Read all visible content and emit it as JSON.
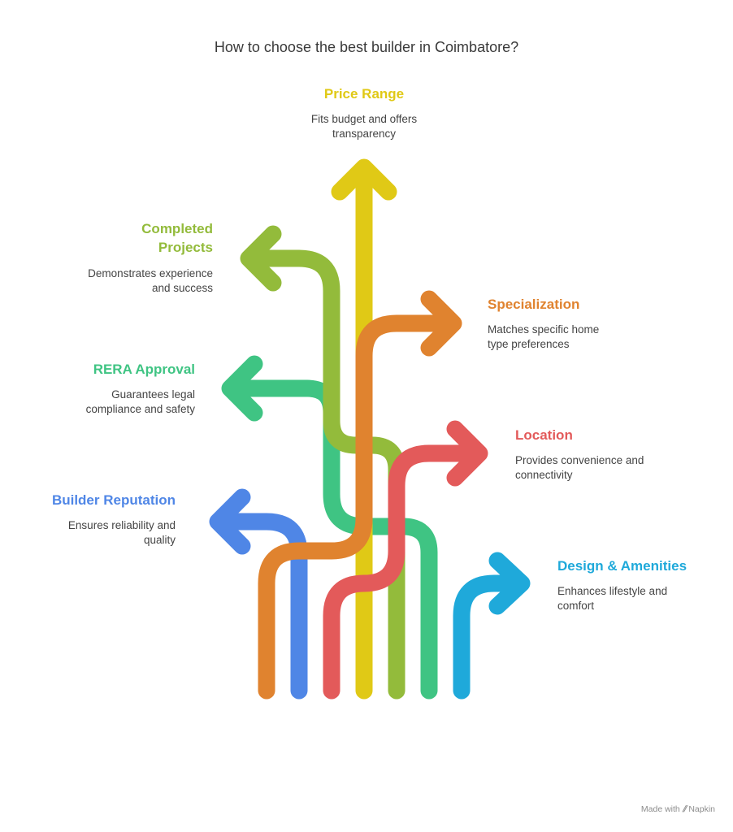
{
  "title": "How to choose the best builder in Coimbatore?",
  "colors": {
    "price": "#e0c916",
    "completed": "#93bb3b",
    "specialization": "#e0832f",
    "rera": "#3fc483",
    "location": "#e35a5a",
    "builder": "#4f86e6",
    "design": "#1fa9da"
  },
  "items": {
    "price": {
      "label": "Price Range",
      "desc": [
        "Fits budget and offers",
        "transparency"
      ]
    },
    "completed": {
      "label": [
        "Completed",
        "Projects"
      ],
      "desc": [
        "Demonstrates experience",
        "and success"
      ]
    },
    "specialization": {
      "label": "Specialization",
      "desc": [
        "Matches specific home",
        "type preferences"
      ]
    },
    "rera": {
      "label": "RERA Approval",
      "desc": [
        "Guarantees legal",
        "compliance and safety"
      ]
    },
    "location": {
      "label": "Location",
      "desc": [
        "Provides convenience and",
        "connectivity"
      ]
    },
    "builder": {
      "label": "Builder Reputation",
      "desc": [
        "Ensures reliability and",
        "quality"
      ]
    },
    "design": {
      "label": "Design & Amenities",
      "desc": [
        "Enhances lifestyle and",
        "comfort"
      ]
    }
  },
  "footer": {
    "made_with": "Made with",
    "brand": "Napkin"
  }
}
